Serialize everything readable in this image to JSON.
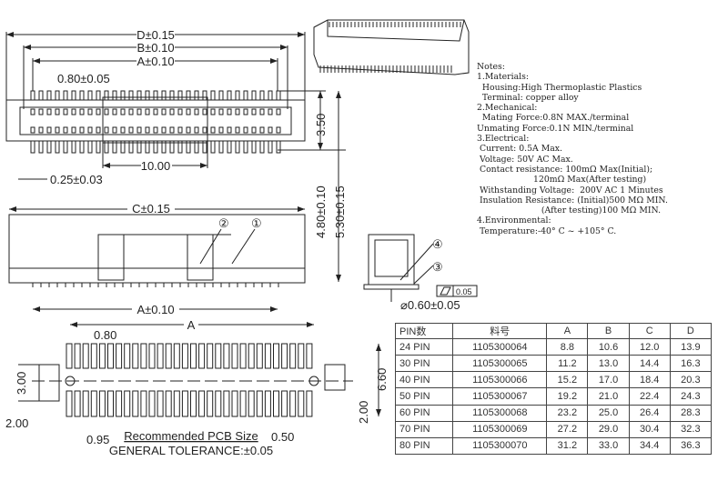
{
  "drawing": {
    "top_view": {
      "dim_d": "D±0.15",
      "dim_b": "B±0.10",
      "dim_a": "A±0.10",
      "pitch": "0.80±0.05",
      "center": "10.00",
      "pin_width": "0.25±0.03",
      "height_350": "3.50",
      "height_480": "4.80±0.10",
      "height_530": "5.30±0.15"
    },
    "front_view": {
      "dim_c": "C±0.15",
      "dim_a": "A±0.10",
      "callout_1": "①",
      "callout_2": "②"
    },
    "side_view": {
      "callout_3": "③",
      "callout_4": "④",
      "flatness": "0.05",
      "post_dia": "⌀0.60±0.05"
    },
    "pcb": {
      "dim_a": "A",
      "pitch": "0.80",
      "d300": "3.00",
      "d200_left": "2.00",
      "d095": "0.95",
      "d050": "0.50",
      "d200_right": "2.00",
      "d660": "6.60",
      "title": "Recommended PCB Size",
      "tolerance": "GENERAL TOLERANCE:±0.05"
    }
  },
  "notes": [
    "Notes:",
    "1.Materials:",
    "  Housing:High Thermoplastic Plastics",
    "  Terminal: copper alloy",
    "2.Mechanical:",
    "  Mating Force:0.8N MAX./terminal",
    "Unmating Force:0.1N MIN./terminal",
    "3.Electrical:",
    " Current: 0.5A Max.",
    " Voltage: 50V AC Max.",
    " Contact resistance: 100mΩ Max(Initial);",
    "                     120mΩ Max(After testing)",
    " Withstanding Voltage:  200V AC 1 Minutes",
    " Insulation Resistance: (Initial)500 MΩ MIN.",
    "                        (After testing)100 MΩ MIN.",
    "4.Environmental:",
    " Temperature:-40° C ~ +105° C."
  ],
  "table": {
    "headers": [
      "PIN数",
      "料号",
      "A",
      "B",
      "C",
      "D"
    ],
    "rows": [
      [
        "24  PIN",
        "1105300064",
        "8.8",
        "10.6",
        "12.0",
        "13.9"
      ],
      [
        "30  PIN",
        "1105300065",
        "11.2",
        "13.0",
        "14.4",
        "16.3"
      ],
      [
        "40  PIN",
        "1105300066",
        "15.2",
        "17.0",
        "18.4",
        "20.3"
      ],
      [
        "50  PIN",
        "1105300067",
        "19.2",
        "21.0",
        "22.4",
        "24.3"
      ],
      [
        "60  PIN",
        "1105300068",
        "23.2",
        "25.0",
        "26.4",
        "28.3"
      ],
      [
        "70  PIN",
        "1105300069",
        "27.2",
        "29.0",
        "30.4",
        "32.3"
      ],
      [
        "80  PIN",
        "1105300070",
        "31.2",
        "33.0",
        "34.4",
        "36.3"
      ]
    ]
  }
}
